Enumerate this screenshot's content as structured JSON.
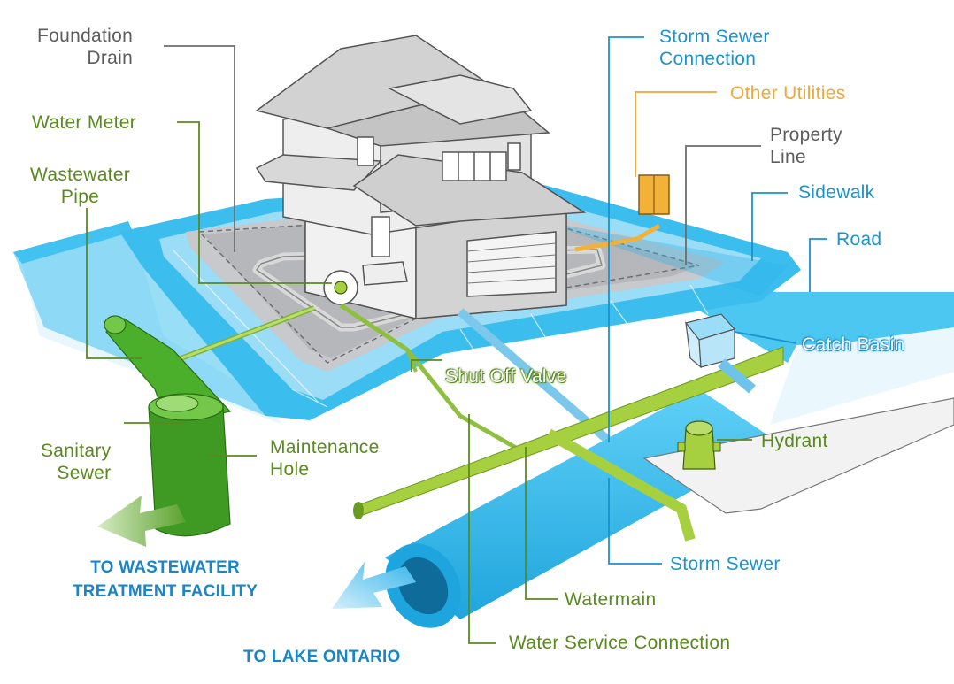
{
  "labels": {
    "foundation_drain": [
      "Foundation",
      "Drain"
    ],
    "water_meter": "Water Meter",
    "wastewater_pipe": [
      "Wastewater",
      "Pipe"
    ],
    "sanitary_sewer": [
      "Sanitary",
      "Sewer"
    ],
    "maintenance_hole": [
      "Maintenance",
      "Hole"
    ],
    "storm_sewer_connection": [
      "Storm Sewer",
      "Connection"
    ],
    "other_utilities": "Other Utilities",
    "property_line": [
      "Property",
      "Line"
    ],
    "sidewalk": "Sidewalk",
    "road": "Road",
    "catch_basin": "Catch Basin",
    "shut_off_valve": "Shut Off Valve",
    "hydrant": "Hydrant",
    "storm_sewer": "Storm Sewer",
    "watermain": "Watermain",
    "water_service_connection": "Water Service Connection"
  },
  "destinations": {
    "wastewater": [
      "TO WASTEWATER",
      "TREATMENT FACILITY"
    ],
    "lake": "TO LAKE ONTARIO"
  },
  "colors": {
    "text_gray": "#5d5d5d",
    "label_green": "#5a8a1e",
    "label_blue": "#1a93cf",
    "label_orange": "#f0a838",
    "pipe_green": "#a6d040",
    "storm_blue": "#2cb7ec",
    "road_blue": "#4cc7f2"
  }
}
